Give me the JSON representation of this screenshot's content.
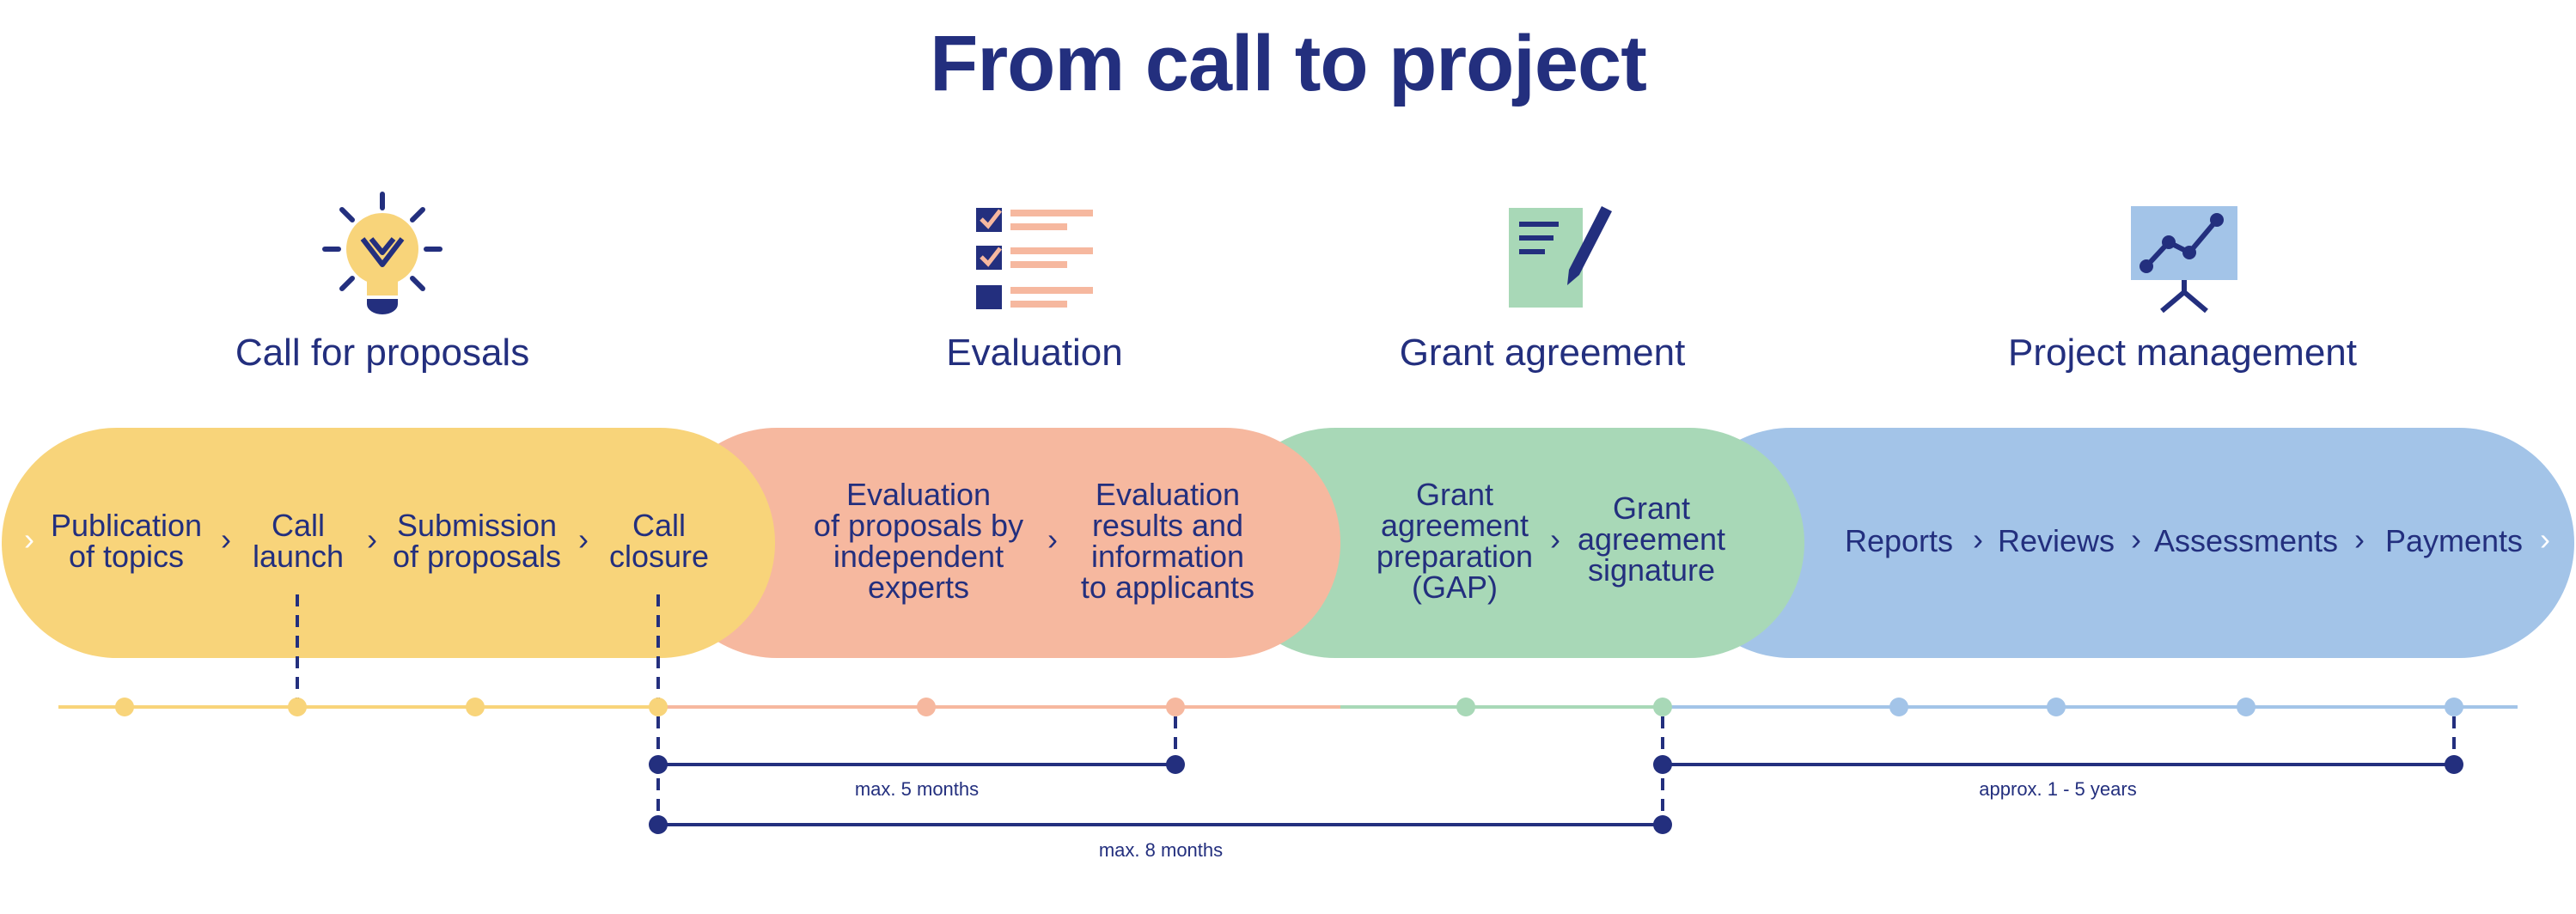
{
  "title": "From call to project",
  "phases": [
    {
      "label": "Call for proposals",
      "icon": "lightbulb-icon",
      "color": "#f8d47a"
    },
    {
      "label": "Evaluation",
      "icon": "checklist-icon",
      "color": "#f6b89f"
    },
    {
      "label": "Grant agreement",
      "icon": "document-pen-icon",
      "color": "#a8d8b7"
    },
    {
      "label": "Project management",
      "icon": "presentation-chart-icon",
      "color": "#a3c4e8"
    }
  ],
  "steps": {
    "publication": "Publication\nof topics",
    "launch": "Call\nlaunch",
    "submission": "Submission\nof proposals",
    "closure": "Call\nclosure",
    "evaluation_experts": "Evaluation\nof proposals by\nindependent\nexperts",
    "evaluation_results": "Evaluation\nresults and\ninformation\nto applicants",
    "gap": "Grant\nagreement\npreparation\n(GAP)",
    "signature": "Grant\nagreement\nsignature",
    "reports": "Reports",
    "reviews": "Reviews",
    "assessments": "Assessments",
    "payments": "Payments"
  },
  "durations": {
    "five_months": "max. 5 months",
    "eight_months": "max. 8 months",
    "years": "approx. 1 - 5 years"
  },
  "colors": {
    "navy": "#232f7e",
    "yellow": "#f8d47a",
    "salmon": "#f6b89f",
    "green": "#a8d8b7",
    "blue": "#a3c4e8"
  }
}
